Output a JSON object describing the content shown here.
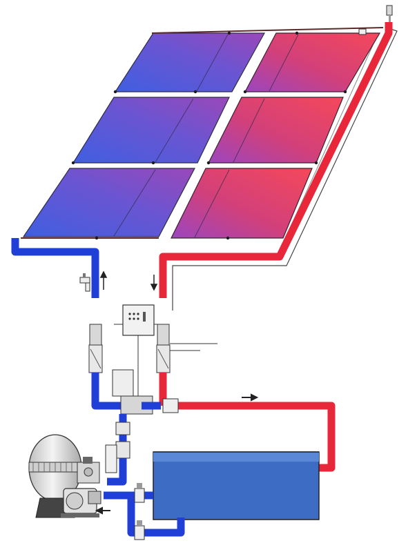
{
  "colors": {
    "cold_water": "#1f3fd6",
    "hot_water": "#e8283a",
    "panel_cold": "#4a63d9",
    "panel_mid": "#8a4fc8",
    "panel_hot": "#f24a5c",
    "pool_water": "#3d6cc4",
    "frame": "#555555",
    "metal": "#d9d9d9"
  },
  "icons": {
    "flow_up": "arrow-up-icon",
    "flow_down": "arrow-down-icon",
    "flow_right": "arrow-right-icon",
    "flow_left": "arrow-left-icon",
    "vent": "air-vent-valve-icon"
  },
  "components": [
    "solar-collector-array",
    "controller-box",
    "sand-filter",
    "pump",
    "swimming-pool",
    "check-valve",
    "ball-valve"
  ]
}
